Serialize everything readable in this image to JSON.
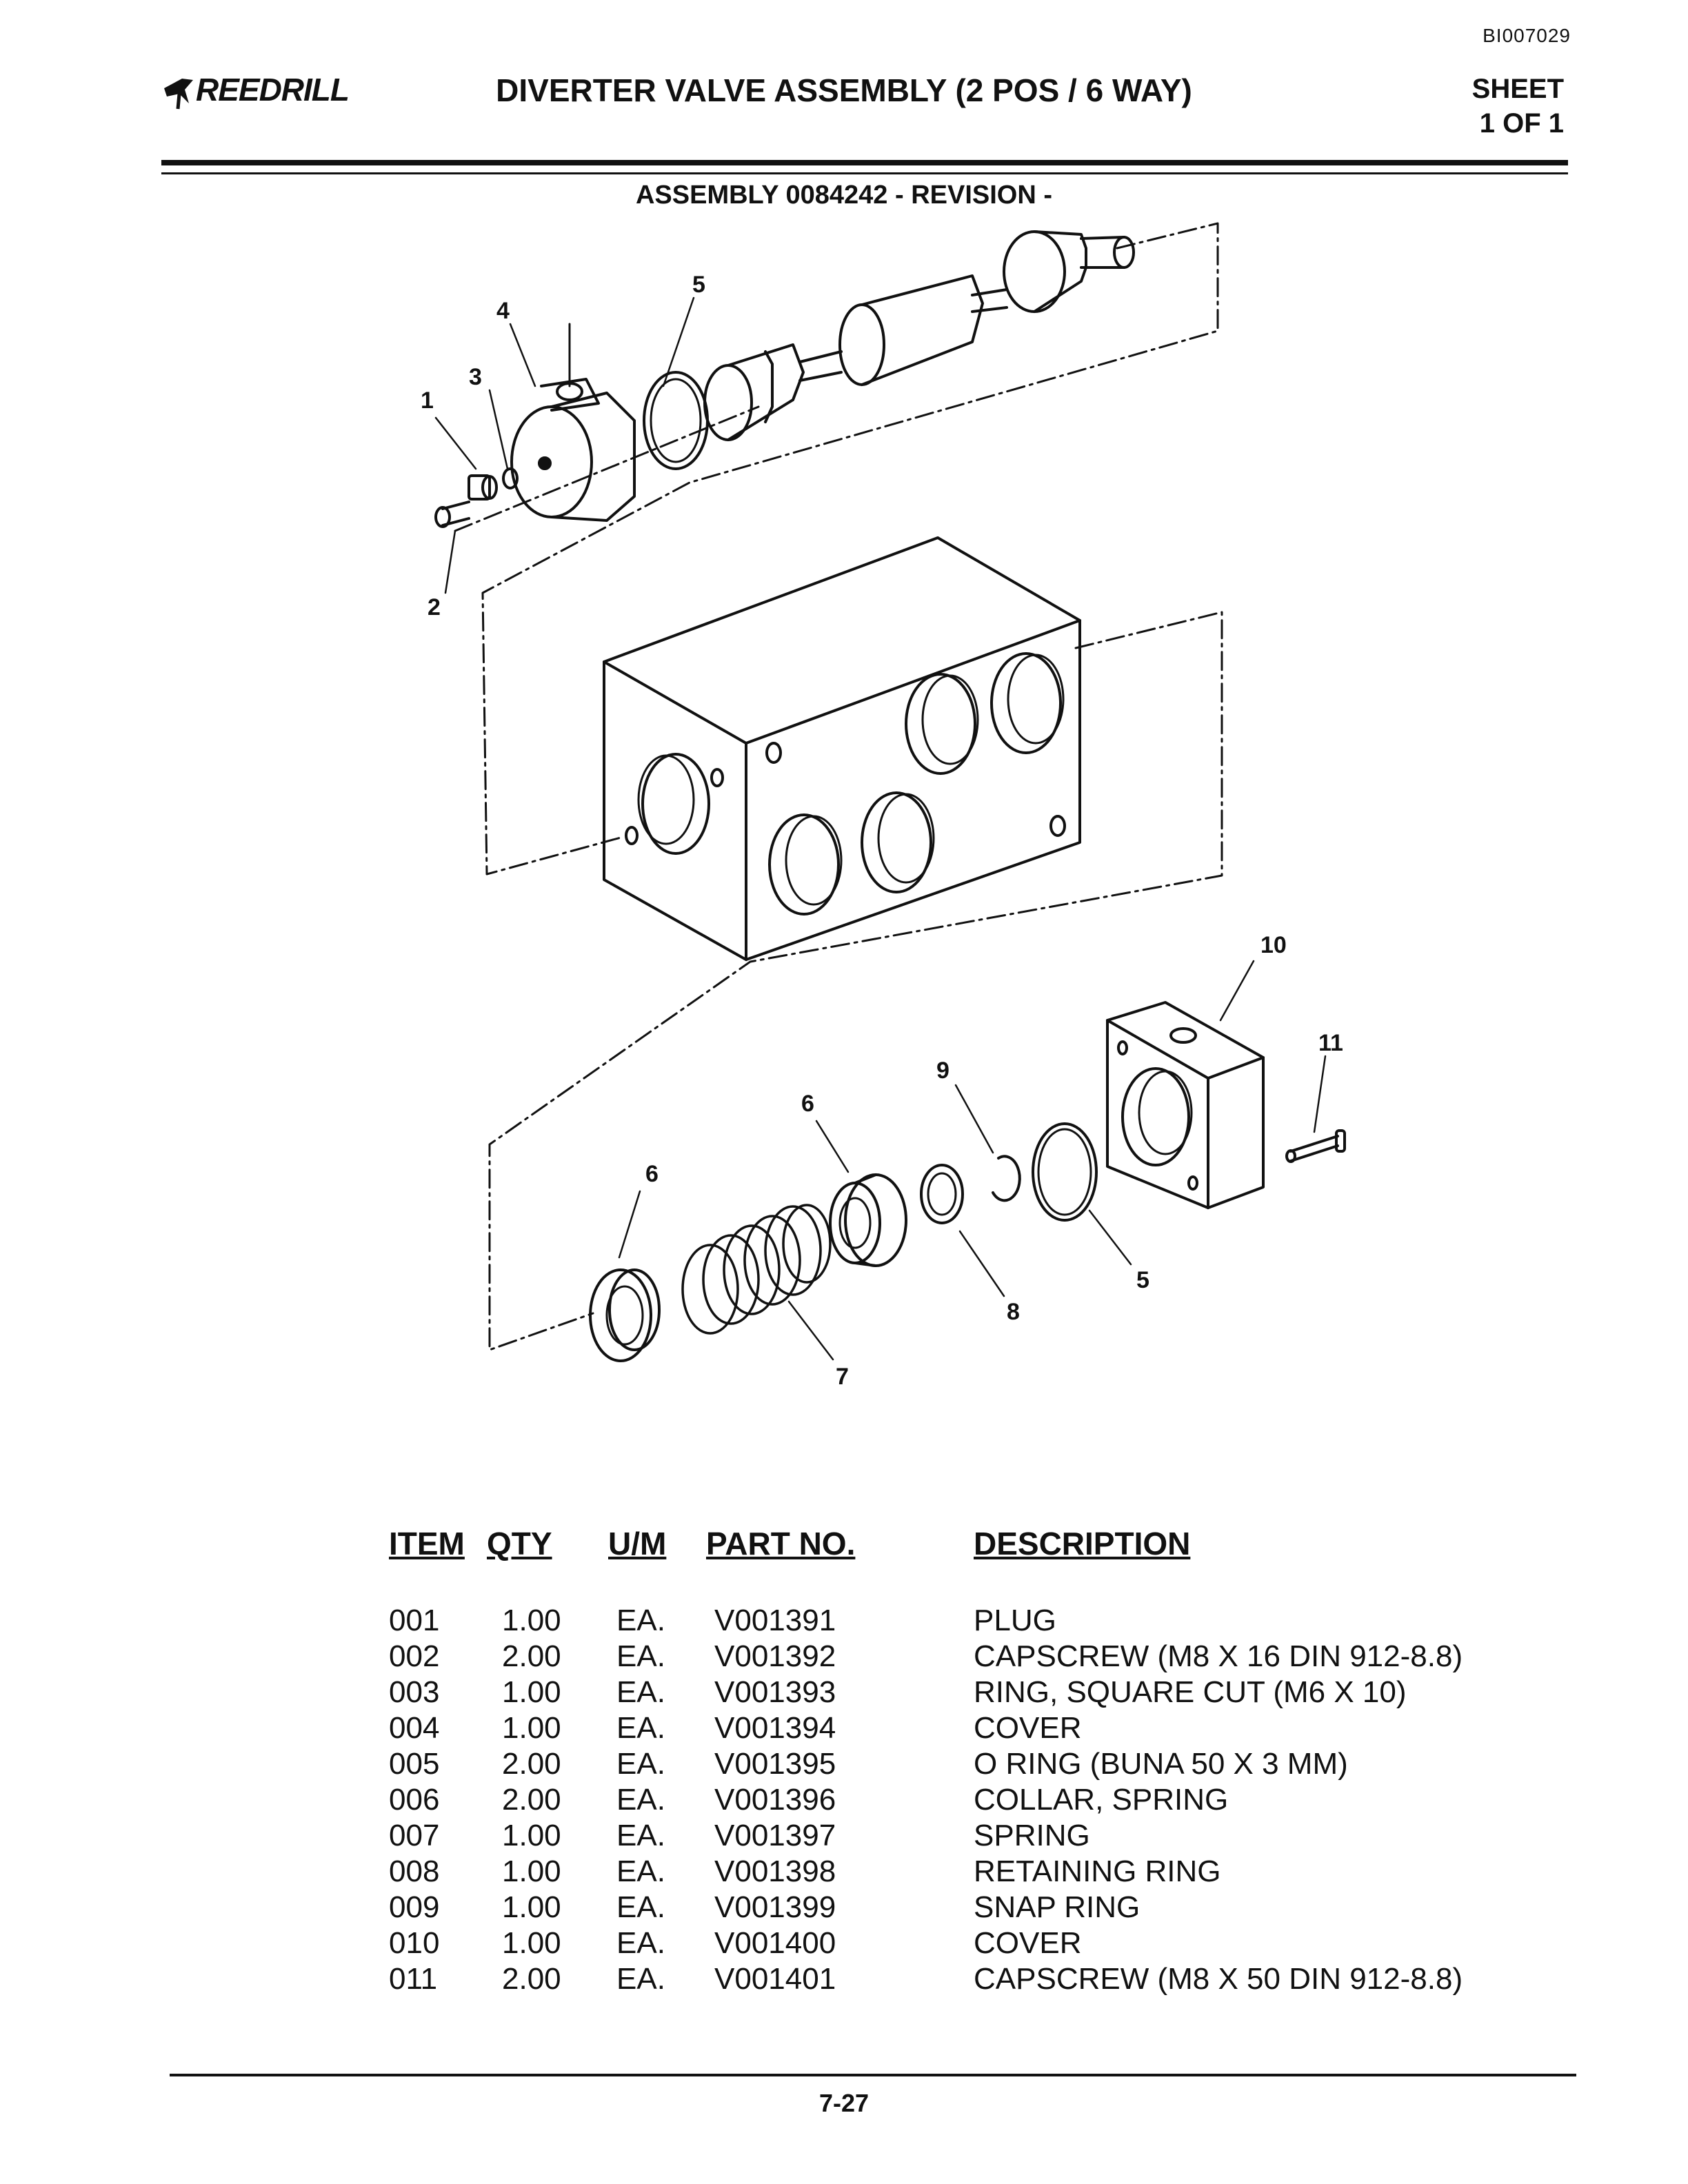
{
  "header": {
    "doc_id": "BI007029",
    "logo_text": "REEDRILL",
    "title": "DIVERTER VALVE ASSEMBLY (2 POS / 6 WAY)",
    "sheet_line1": "SHEET",
    "sheet_line2": "1 OF 1"
  },
  "assembly_label": "ASSEMBLY 0084242 - REVISION -",
  "callouts": [
    "1",
    "2",
    "3",
    "4",
    "5",
    "5",
    "6",
    "6",
    "7",
    "8",
    "9",
    "10",
    "11"
  ],
  "parts_table": {
    "headers": [
      "ITEM",
      "QTY",
      "U/M",
      "PART NO.",
      "DESCRIPTION"
    ],
    "rows": [
      {
        "item": "001",
        "qty": "1.00",
        "um": "EA.",
        "part": "V001391",
        "desc": "PLUG"
      },
      {
        "item": "002",
        "qty": "2.00",
        "um": "EA.",
        "part": "V001392",
        "desc": "CAPSCREW (M8 X 16 DIN 912-8.8)"
      },
      {
        "item": "003",
        "qty": "1.00",
        "um": "EA.",
        "part": "V001393",
        "desc": "RING, SQUARE CUT (M6 X 10)"
      },
      {
        "item": "004",
        "qty": "1.00",
        "um": "EA.",
        "part": "V001394",
        "desc": "COVER"
      },
      {
        "item": "005",
        "qty": "2.00",
        "um": "EA.",
        "part": "V001395",
        "desc": "O RING (BUNA 50 X 3 MM)"
      },
      {
        "item": "006",
        "qty": "2.00",
        "um": "EA.",
        "part": "V001396",
        "desc": "COLLAR, SPRING"
      },
      {
        "item": "007",
        "qty": "1.00",
        "um": "EA.",
        "part": "V001397",
        "desc": "SPRING"
      },
      {
        "item": "008",
        "qty": "1.00",
        "um": "EA.",
        "part": "V001398",
        "desc": "RETAINING RING"
      },
      {
        "item": "009",
        "qty": "1.00",
        "um": "EA.",
        "part": "V001399",
        "desc": "SNAP RING"
      },
      {
        "item": "010",
        "qty": "1.00",
        "um": "EA.",
        "part": "V001400",
        "desc": "COVER"
      },
      {
        "item": "011",
        "qty": "2.00",
        "um": "EA.",
        "part": "V001401",
        "desc": "CAPSCREW (M8 X 50 DIN 912-8.8)"
      }
    ]
  },
  "page_number": "7-27"
}
